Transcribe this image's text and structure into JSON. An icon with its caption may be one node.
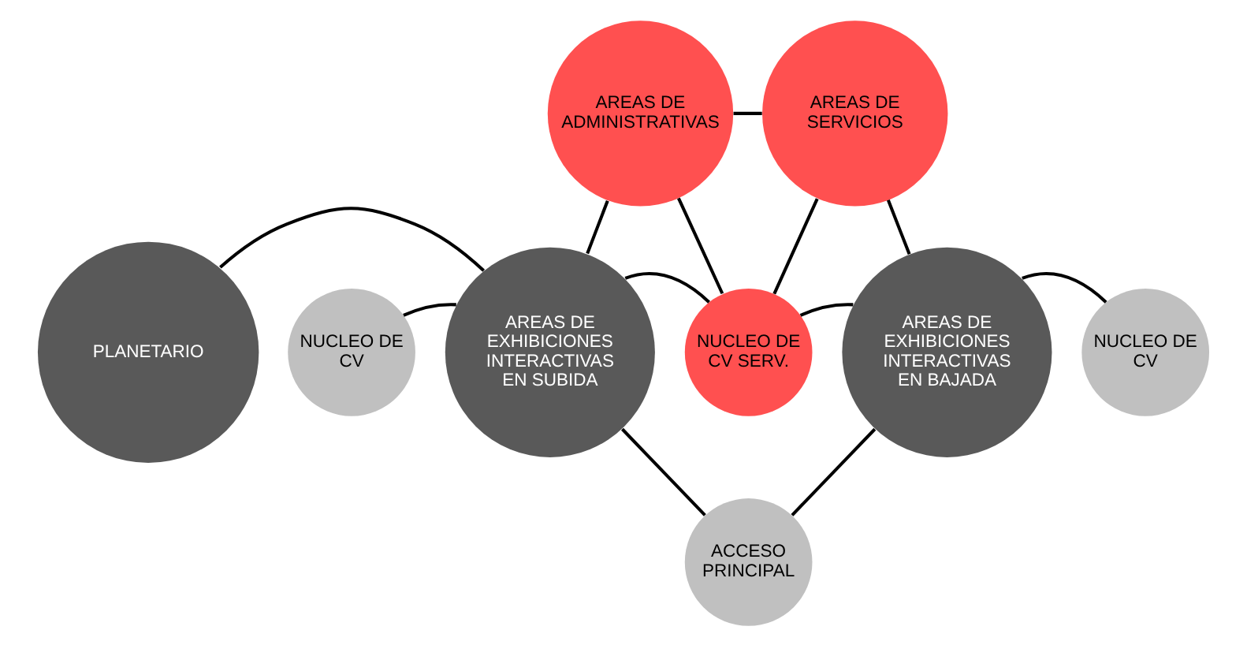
{
  "diagram": {
    "nodes": [
      {
        "text": [
          "AREAS DE ADMINISTRATIVAS"
        ]
      },
      {
        "text": [
          "AREAS DE SERVICIOS"
        ]
      },
      {
        "text": [
          "NUCLEO DE CV"
        ]
      },
      {
        "text": [
          "AREAS DE EXHIBICIONES INTERACTIVAS EN SUBIDA"
        ]
      },
      {
        "text": [
          "NUCLEO DE CV SERV."
        ]
      },
      {
        "text": [
          "AREAS DE EXHIBICIONES INTERACTIVAS EN BAJADA"
        ]
      },
      {
        "text": [
          "NUCLEO DE CV"
        ]
      },
      {
        "text": [
          "PLANETARIO"
        ]
      },
      {
        "text": [
          "ACCESO PRINCIPAL"
        ]
      }
    ],
    "edges": [
      {
        "from": 0,
        "to": 1,
        "arrow": "none"
      },
      {
        "from": 0,
        "to": 3,
        "arrow": "none"
      },
      {
        "from": 1,
        "to": 5,
        "arrow": "none"
      },
      {
        "from": 0,
        "to": 4,
        "arrow": "none"
      },
      {
        "from": 1,
        "to": 4,
        "arrow": "none"
      },
      {
        "from": 3,
        "to": 4,
        "arrow": "none"
      },
      {
        "from": 4,
        "to": 5,
        "arrow": "none"
      },
      {
        "from": 2,
        "to": 3,
        "arrow": "none"
      },
      {
        "from": 7,
        "to": 3,
        "arrow": "none"
      },
      {
        "from": 5,
        "to": 6,
        "arrow": "none"
      },
      {
        "from": 3,
        "to": 8,
        "arrow": "none"
      },
      {
        "from": 5,
        "to": 8,
        "arrow": "none"
      }
    ]
  }
}
